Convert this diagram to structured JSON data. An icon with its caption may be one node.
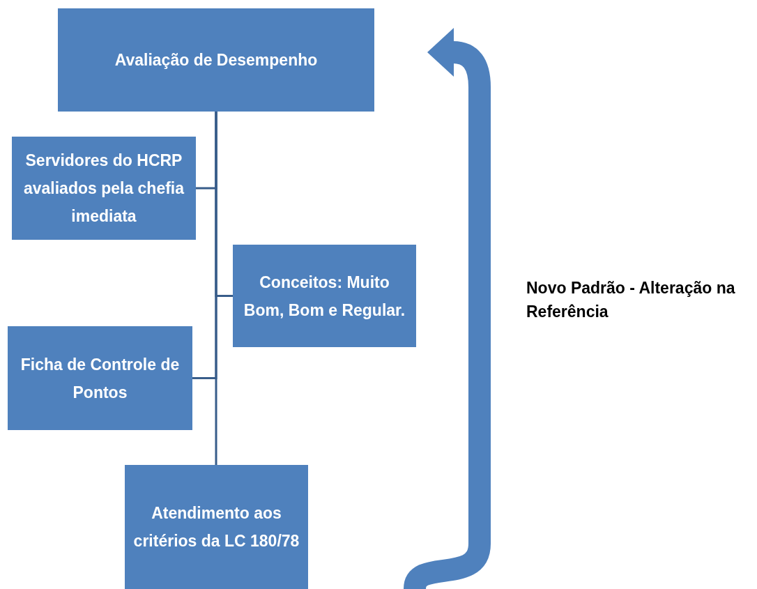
{
  "diagram": {
    "nodes": [
      {
        "text": [
          "Avaliação de Desempenho"
        ]
      },
      {
        "text": [
          "Servidores do HCRP avaliados pela chefia imediata"
        ]
      },
      {
        "text": [
          "Conceitos: Muito Bom, Bom e Regular."
        ]
      },
      {
        "text": [
          "Ficha de Controle de Pontos"
        ]
      },
      {
        "text": [
          "Atendimento aos critérios da LC 180/78"
        ]
      }
    ],
    "edges": [
      {
        "from": 0,
        "to": 1,
        "arrow": "none"
      },
      {
        "from": 0,
        "to": 2,
        "arrow": "none"
      },
      {
        "from": 0,
        "to": 3,
        "arrow": "none"
      },
      {
        "from": 0,
        "to": 4,
        "arrow": "none"
      },
      {
        "from": null,
        "to": 0,
        "arrow": "to",
        "label": "Novo Padrão - Alteração na Referência",
        "style": "thick"
      }
    ]
  }
}
